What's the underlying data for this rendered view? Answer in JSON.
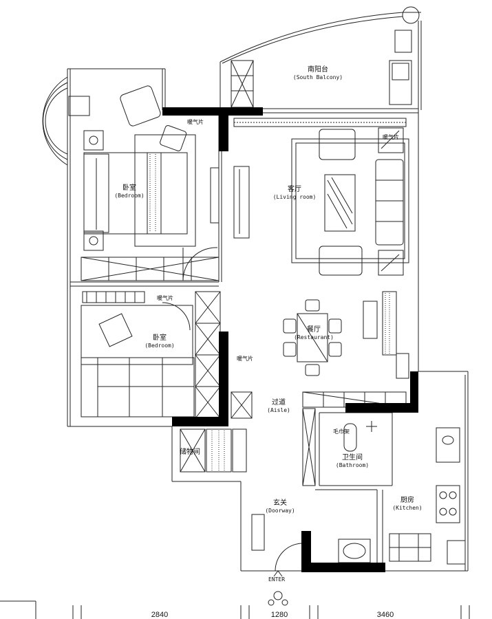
{
  "rooms": {
    "south_balcony": {
      "cn": "南阳台",
      "en": "(South Balcony)"
    },
    "bedroom_master": {
      "cn": "卧室",
      "en": "(Bedroom)"
    },
    "bedroom_second": {
      "cn": "卧室",
      "en": "(Bedroom)"
    },
    "living_room": {
      "cn": "客厅",
      "en": "(Living room)"
    },
    "restaurant": {
      "cn": "餐厅",
      "en": "(Restaurant)"
    },
    "aisle": {
      "cn": "过道",
      "en": "(Aisle)"
    },
    "bathroom": {
      "cn": "卫生间",
      "en": "(Bathroom)"
    },
    "kitchen": {
      "cn": "厨房",
      "en": "(Kitchen)"
    },
    "doorway": {
      "cn": "玄关",
      "en": "(Doorway)"
    },
    "storage": {
      "cn": "储物间"
    }
  },
  "annotations": {
    "radiator_1": "暖气片",
    "radiator_2": "暖气片",
    "radiator_3": "暖气片",
    "radiator_4": "暖气片",
    "towel_radiator": "毛巾架",
    "enter": "ENTER"
  },
  "dimensions": [
    "2840",
    "1280",
    "3460"
  ],
  "colors": {
    "wall": "#000000",
    "line": "#222222",
    "background": "#ffffff"
  }
}
